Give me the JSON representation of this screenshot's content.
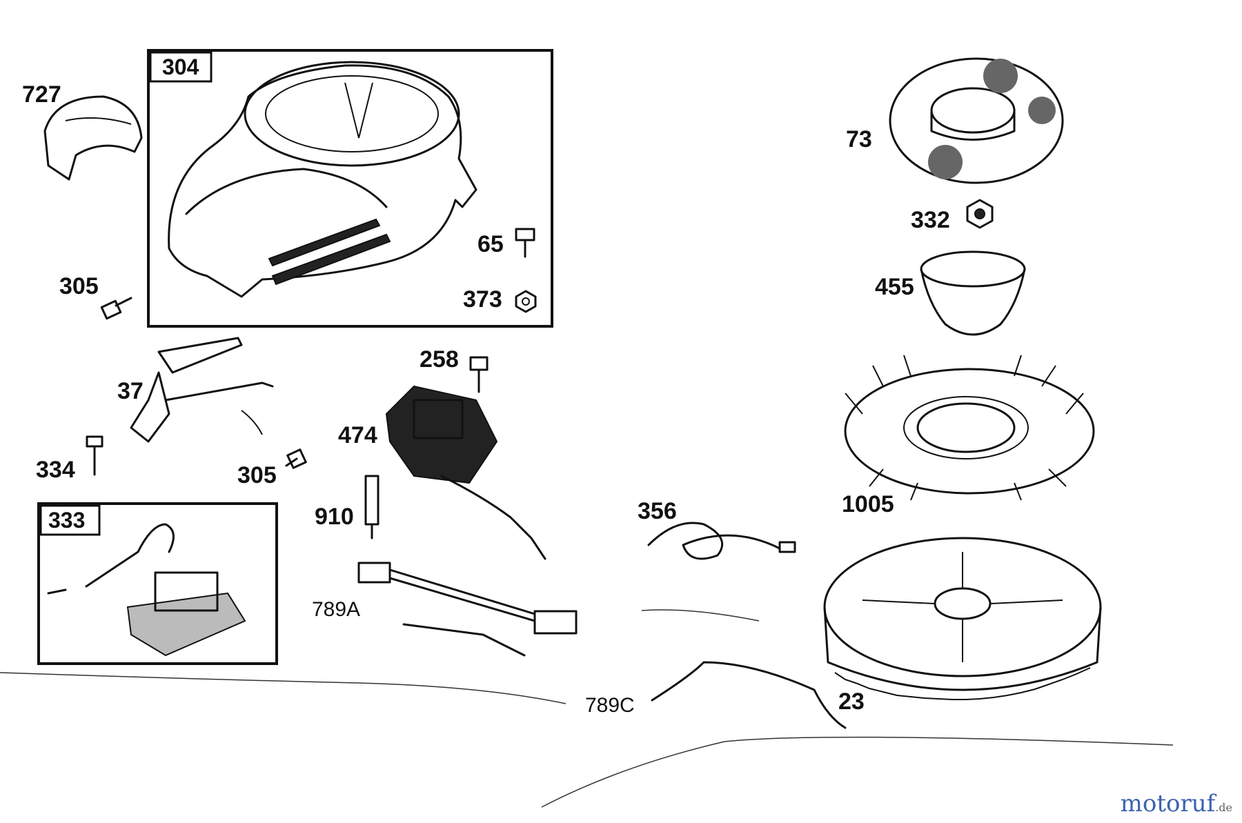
{
  "diagram": {
    "boxes": [
      {
        "id": "304",
        "label": "304"
      },
      {
        "id": "333",
        "label": "333"
      }
    ],
    "labels": {
      "p727": "727",
      "p305a": "305",
      "p65": "65",
      "p373": "373",
      "p37": "37",
      "p334": "334",
      "p305b": "305",
      "p258": "258",
      "p474": "474",
      "p910": "910",
      "p789A": "789A",
      "p356": "356",
      "p789C": "789C",
      "p73": "73",
      "p332": "332",
      "p455": "455",
      "p1005": "1005",
      "p23": "23"
    }
  },
  "watermark": {
    "brand": "motoruf",
    "tld": ".de"
  }
}
